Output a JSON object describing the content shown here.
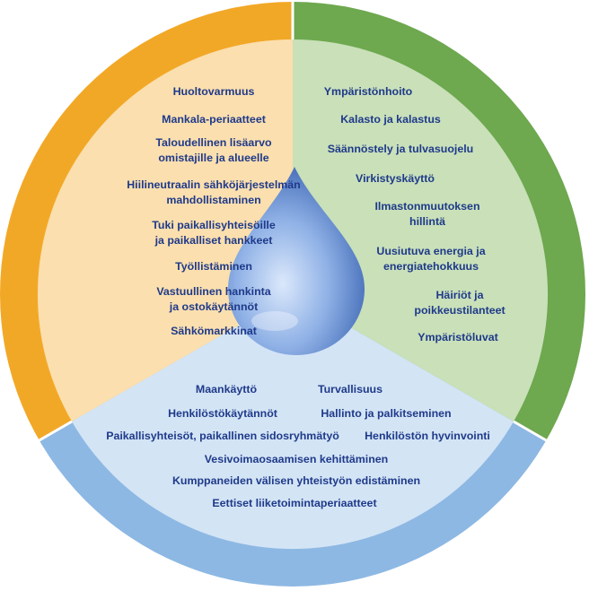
{
  "colors": {
    "economic_ring": "#f2a827",
    "economic_fill": "#fbdfae",
    "environmental_ring": "#6ea84f",
    "environmental_fill": "#c9e0b9",
    "social_ring": "#8db8e3",
    "social_fill": "#d3e4f5",
    "text": "#1f3a8a",
    "drop_light": "#b9d2f3",
    "drop_dark": "#2c56a8"
  },
  "icons": {
    "center": "water-drop-icon"
  },
  "sectors": {
    "economic": {
      "title": "TALOUDELLINEN VASTUU",
      "items": [
        "Huoltovarmuus",
        "Mankala-periaatteet",
        "Taloudellinen lisäarvo|omistajille ja alueelle",
        "Hiilineutraalin sähköjärjestelmän|mahdollistaminen",
        "Tuki paikallisyhteisöille|ja paikalliset hankkeet",
        "Työllistäminen",
        "Vastuullinen hankinta|ja ostokäytännöt",
        "Sähkömarkkinat"
      ]
    },
    "environmental": {
      "title": "YMPÄRISTÖVASTUU",
      "items": [
        "Ympäristönhoito",
        "Kalasto ja kalastus",
        "Säännöstely ja tulvasuojelu",
        "Virkistyskäyttö",
        "Ilmastonmuutoksen|hillintä",
        "Uusiutuva energia ja|energiatehokkuus",
        "Häiriöt ja|poikkeustilanteet",
        "Ympäristöluvat"
      ]
    },
    "social": {
      "title": "SOSIAALINEN VASTUU",
      "items": [
        "Maankäyttö",
        "Turvallisuus",
        "Henkilöstökäytännöt",
        "Hallinto ja palkitseminen",
        "Paikallisyhteisöt, paikallinen sidosryhmätyö",
        "Henkilöstön hyvinvointi",
        "Vesivoimaosaamisen kehittäminen",
        "Kumppaneiden välisen yhteistyön edistäminen",
        "Eettiset liiketoimintaperiaatteet"
      ]
    }
  }
}
